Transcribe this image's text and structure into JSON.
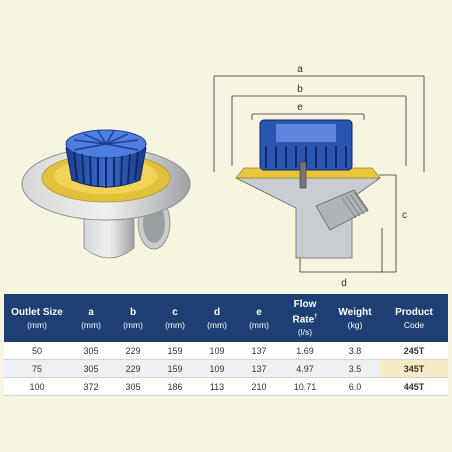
{
  "diagram": {
    "labels": {
      "a": "a",
      "b": "b",
      "e": "e",
      "c": "c",
      "d": "d"
    }
  },
  "table": {
    "headers": [
      {
        "label": "Outlet Size",
        "unit": "(mm)"
      },
      {
        "label": "a",
        "unit": "(mm)"
      },
      {
        "label": "b",
        "unit": "(mm)"
      },
      {
        "label": "c",
        "unit": "(mm)"
      },
      {
        "label": "d",
        "unit": "(mm)"
      },
      {
        "label": "e",
        "unit": "(mm)"
      },
      {
        "label": "Flow Rate",
        "sup": "†",
        "unit": "(l/s)"
      },
      {
        "label": "Weight",
        "unit": "(kg)"
      },
      {
        "label": "Product",
        "unit": "Code"
      }
    ],
    "rows": [
      [
        "50",
        "305",
        "229",
        "159",
        "109",
        "137",
        "1.69",
        "3.8",
        "245T"
      ],
      [
        "75",
        "305",
        "229",
        "159",
        "109",
        "137",
        "4.97",
        "3.5",
        "345T"
      ],
      [
        "100",
        "372",
        "305",
        "186",
        "113",
        "210",
        "10.71",
        "6.0",
        "445T"
      ]
    ]
  },
  "colors": {
    "header_bg": "#1d3f73",
    "page_bg": "#f7f4df",
    "dome_blue": "#2a55b0",
    "flange_yellow": "#e8c53a",
    "body_grey": "#b8bcc0",
    "highlight": "#f7edc4"
  }
}
